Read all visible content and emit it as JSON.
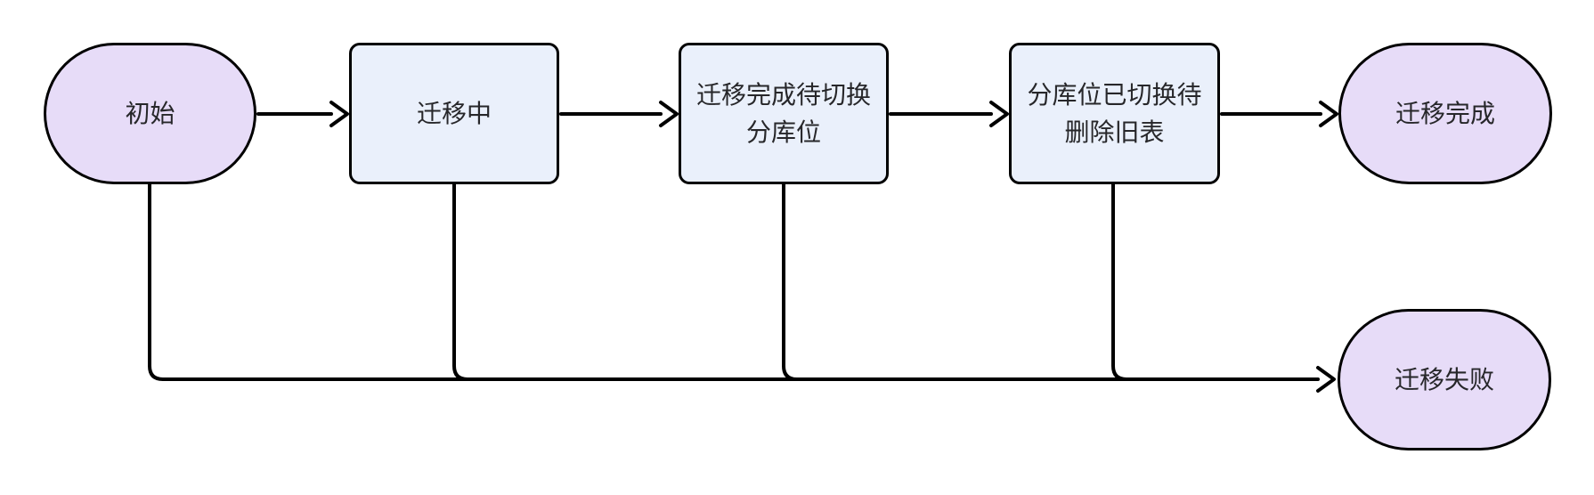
{
  "diagram": {
    "type": "flowchart",
    "direction": "left-to-right",
    "nodes": [
      {
        "id": "initial",
        "label": "初始",
        "shape": "stadium"
      },
      {
        "id": "migrating",
        "label": "迁移中",
        "shape": "rectangle"
      },
      {
        "id": "migrated-awaiting-switch",
        "label": "迁移完成待切换分库位",
        "shape": "rectangle"
      },
      {
        "id": "switched-awaiting-delete-old-table",
        "label": "分库位已切换待删除旧表",
        "shape": "rectangle"
      },
      {
        "id": "migration-complete",
        "label": "迁移完成",
        "shape": "stadium"
      },
      {
        "id": "migration-failed",
        "label": "迁移失败",
        "shape": "stadium"
      }
    ],
    "edges": [
      {
        "from": "initial",
        "to": "migrating"
      },
      {
        "from": "migrating",
        "to": "migrated-awaiting-switch"
      },
      {
        "from": "migrated-awaiting-switch",
        "to": "switched-awaiting-delete-old-table"
      },
      {
        "from": "switched-awaiting-delete-old-table",
        "to": "migration-complete"
      },
      {
        "from": "initial",
        "to": "migration-failed"
      },
      {
        "from": "migrating",
        "to": "migration-failed"
      },
      {
        "from": "migrated-awaiting-switch",
        "to": "migration-failed"
      },
      {
        "from": "switched-awaiting-delete-old-table",
        "to": "migration-failed"
      }
    ],
    "colors": {
      "stadium_fill": "#e7dcf8",
      "rect_fill": "#eaf0fb",
      "stroke": "#000000",
      "text": "#27272a"
    }
  }
}
